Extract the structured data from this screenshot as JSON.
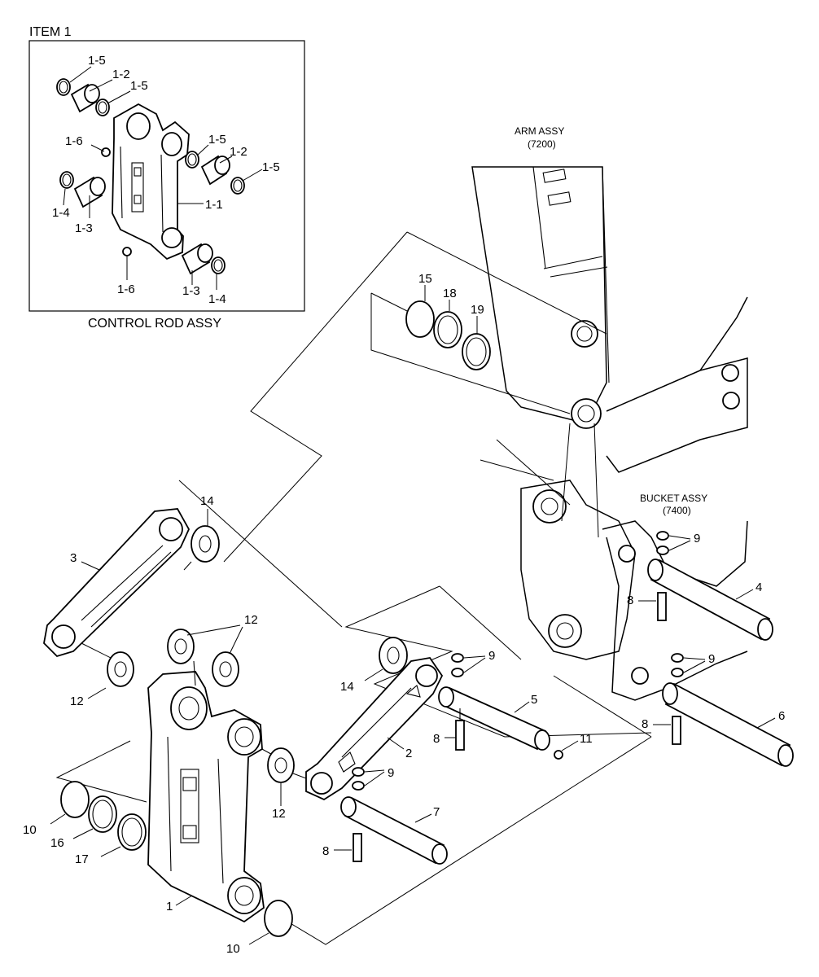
{
  "inset": {
    "title": "ITEM 1",
    "caption": "CONTROL ROD ASSY",
    "callouts": {
      "c1_5a": "1-5",
      "c1_2a": "1-2",
      "c1_5b": "1-5",
      "c1_6a": "1-6",
      "c1_5c": "1-5",
      "c1_2b": "1-2",
      "c1_5d": "1-5",
      "c1_4a": "1-4",
      "c1_3a": "1-3",
      "c1_1": "1-1",
      "c1_6b": "1-6",
      "c1_3b": "1-3",
      "c1_4b": "1-4"
    }
  },
  "assemblies": {
    "arm_name": "ARM ASSY",
    "arm_code": "(7200)",
    "bucket_name": "BUCKET ASSY",
    "bucket_code": "(7400)"
  },
  "callouts": {
    "p15": "15",
    "p18": "18",
    "p19": "19",
    "p14a": "14",
    "p3": "3",
    "p12a": "12",
    "p12b": "12",
    "p14b": "14",
    "p9a": "9",
    "p9b": "9",
    "p9c": "9",
    "p9d": "9",
    "p4": "4",
    "p8a": "8",
    "p8b": "8",
    "p8c": "8",
    "p8d": "8",
    "p5": "5",
    "p11": "11",
    "p2": "2",
    "p6": "6",
    "p7": "7",
    "p12c": "12",
    "p10a": "10",
    "p16": "16",
    "p17": "17",
    "p1": "1",
    "p10b": "10"
  }
}
